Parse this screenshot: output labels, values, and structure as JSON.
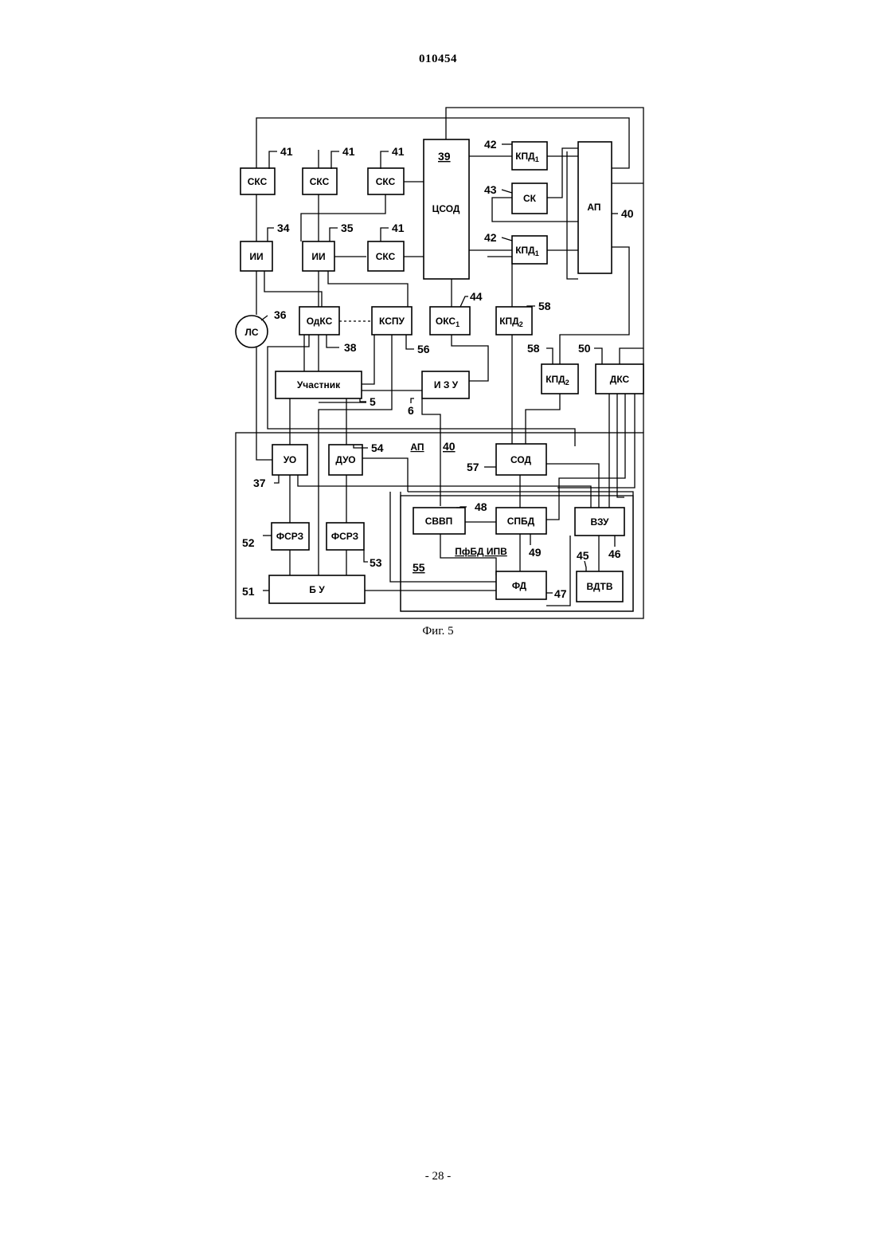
{
  "header": {
    "doc_number": "010454"
  },
  "figure": {
    "caption": "Фиг. 5",
    "blocks": {
      "cks1": "СКС",
      "cks2": "СКС",
      "cks3": "СКС",
      "cks4": "СКС",
      "ii1": "ИИ",
      "ii2": "ИИ",
      "ls": "ЛС",
      "odks": "ОдКС",
      "kspu": "КСПУ",
      "tsod": "ЦСОД",
      "oks1": "ОКС",
      "kpd2_mid": "КПД",
      "kpd1_top": "КПД",
      "sk": "СК",
      "kpd1_low": "КПД",
      "ap_top": "АП",
      "kpd2_right": "КПД",
      "dks": "ДКС",
      "uchastnik": "Участник",
      "izu": "И З У",
      "uo": "УО",
      "duo": "ДУО",
      "fsrz1": "ФСРЗ",
      "fsrz2": "ФСРЗ",
      "bu": "Б У",
      "sod": "СОД",
      "svvp": "СВВП",
      "spbd": "СПБД",
      "vzu": "ВЗУ",
      "fd": "ФД",
      "vdtv": "ВДТВ",
      "ap_big": "АП",
      "pfbd": "ПфБД ИПВ"
    },
    "subscripts": {
      "one": "1",
      "two": "2"
    },
    "refs": {
      "r41a": "41",
      "r41b": "41",
      "r41c": "41",
      "r41d": "41",
      "r34": "34",
      "r35": "35",
      "r36": "36",
      "r38": "38",
      "r56": "56",
      "r39": "39",
      "r44": "44",
      "r58a": "58",
      "r42a": "42",
      "r43": "43",
      "r42b": "42",
      "r40a": "40",
      "r58b": "58",
      "r50": "50",
      "r5": "5",
      "r6": "6",
      "r37": "37",
      "r54": "54",
      "r40b": "40",
      "r57": "57",
      "r48": "48",
      "r52": "52",
      "r53": "53",
      "r51": "51",
      "r49": "49",
      "r45": "45",
      "r46": "46",
      "r55": "55",
      "r47": "47"
    }
  },
  "footer": {
    "page_number": "- 28 -"
  }
}
